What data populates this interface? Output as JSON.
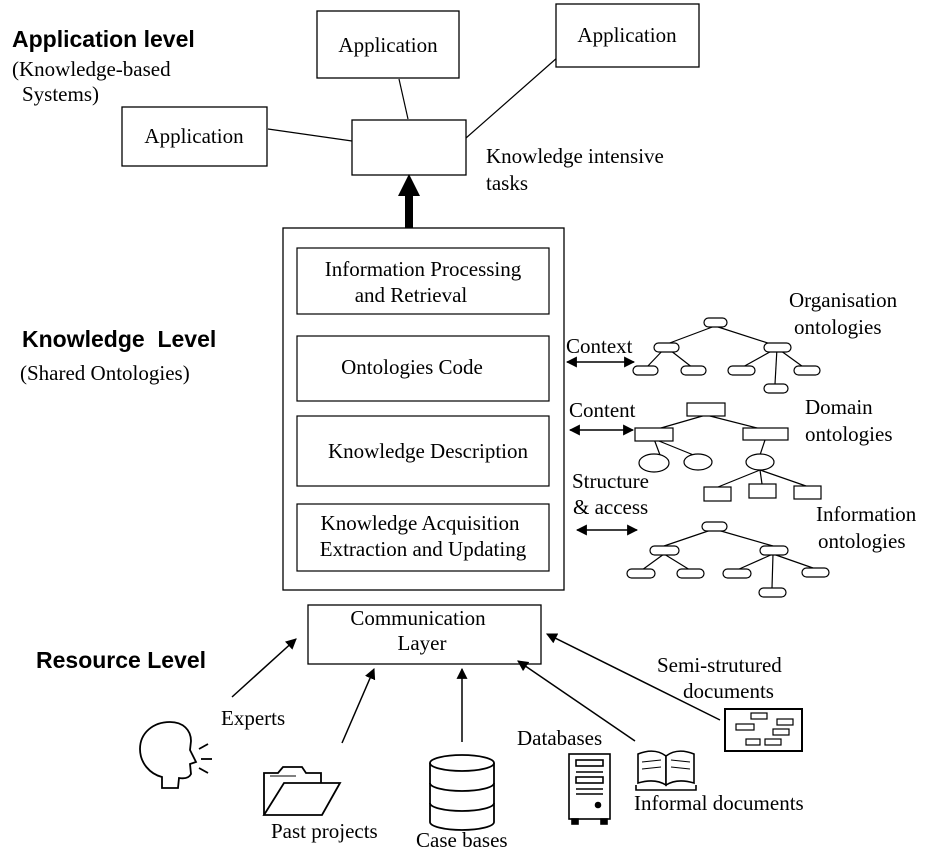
{
  "levels": {
    "application": {
      "title": "Application level",
      "subtitle_1": "(Knowledge-based",
      "subtitle_2": "Systems)"
    },
    "knowledge": {
      "title": "Knowledge  Level",
      "subtitle": "(Shared Ontologies)"
    },
    "resource": {
      "title": "Resource Level"
    }
  },
  "applications": [
    "Application",
    "Application",
    "Application"
  ],
  "tasks": {
    "line_1": "Knowledge intensive",
    "line_2": "tasks"
  },
  "knowledge_modules": {
    "processing": {
      "line_1": "Information Processing",
      "line_2": "and Retrieval"
    },
    "ontologies_code": "Ontologies Code",
    "description": "Knowledge Description",
    "acquisition": {
      "line_1": "Knowledge Acquisition",
      "line_2": "Extraction and Updating"
    }
  },
  "links": {
    "context": "Context",
    "content": "Content",
    "structure_1": "Structure",
    "structure_2": "& access"
  },
  "ontologies": {
    "organisation": {
      "line_1": "Organisation",
      "line_2": "ontologies"
    },
    "domain": {
      "line_1": "Domain",
      "line_2": "ontologies"
    },
    "information": {
      "line_1": "Information",
      "line_2": "ontologies"
    }
  },
  "communication": {
    "line_1": "Communication",
    "line_2": "Layer"
  },
  "resources": {
    "experts": "Experts",
    "past_projects": "Past projects",
    "case_bases": "Case bases",
    "databases": "Databases",
    "informal_documents": "Informal documents",
    "semi_structured_1": "Semi-strutured",
    "semi_structured_2": "documents"
  },
  "icons": {
    "experts": "speaking-head-icon",
    "past_projects": "open-folder-icon",
    "case_bases": "database-cylinder-icon",
    "databases": "server-tower-icon",
    "informal_documents": "open-book-icon",
    "semi_structured": "structured-document-icon"
  }
}
